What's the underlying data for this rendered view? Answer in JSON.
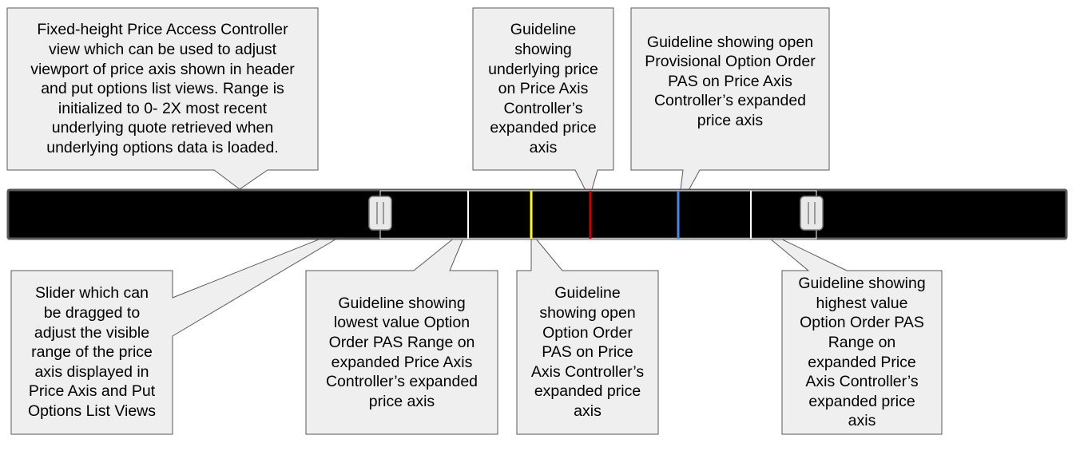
{
  "colors": {
    "callout_fill": "#efefef",
    "callout_border": "#595959",
    "bar_fill": "#000000",
    "bar_border": "#595959",
    "slider_fill": "#e8e8e8",
    "slider_border": "#808080",
    "window_outline": "#ffffff",
    "lowest_guideline": "#ffffff",
    "highest_guideline": "#ffffff",
    "open_order_guideline": "#ffff00",
    "underlying_guideline": "#cc0000",
    "provisional_guideline": "#4a86e8"
  },
  "price_access_controller": {
    "semantic": "price-access-controller-bar",
    "slider_icon": "grip-lines-icon"
  },
  "callouts": {
    "controller": "Fixed-height Price Access Controller\nview which can be used to adjust\nviewport of price axis shown in header\nand put options list views. Range is\ninitialized to 0- 2X most recent\nunderlying quote retrieved when\nunderlying options data is loaded.",
    "underlying": "Guideline\nshowing\nunderlying price\non Price Axis\nController’s\nexpanded price\naxis",
    "provisional": "Guideline showing open\nProvisional Option Order\nPAS on Price Axis\nController’s expanded\nprice axis",
    "slider": "Slider which can\nbe dragged to\nadjust the visible\nrange of the price\naxis displayed in\nPrice Axis and Put\nOptions List Views",
    "lowest": "Guideline showing\nlowest value Option\nOrder PAS Range on\nexpanded Price Axis\nController’s expanded\nprice axis",
    "open_order": "Guideline\nshowing open\nOption Order\nPAS on Price\nAxis Controller’s\nexpanded price\naxis",
    "highest": "Guideline showing\nhighest value\nOption Order PAS\nRange on\nexpanded Price\nAxis Controller’s\nexpanded price\naxis"
  }
}
